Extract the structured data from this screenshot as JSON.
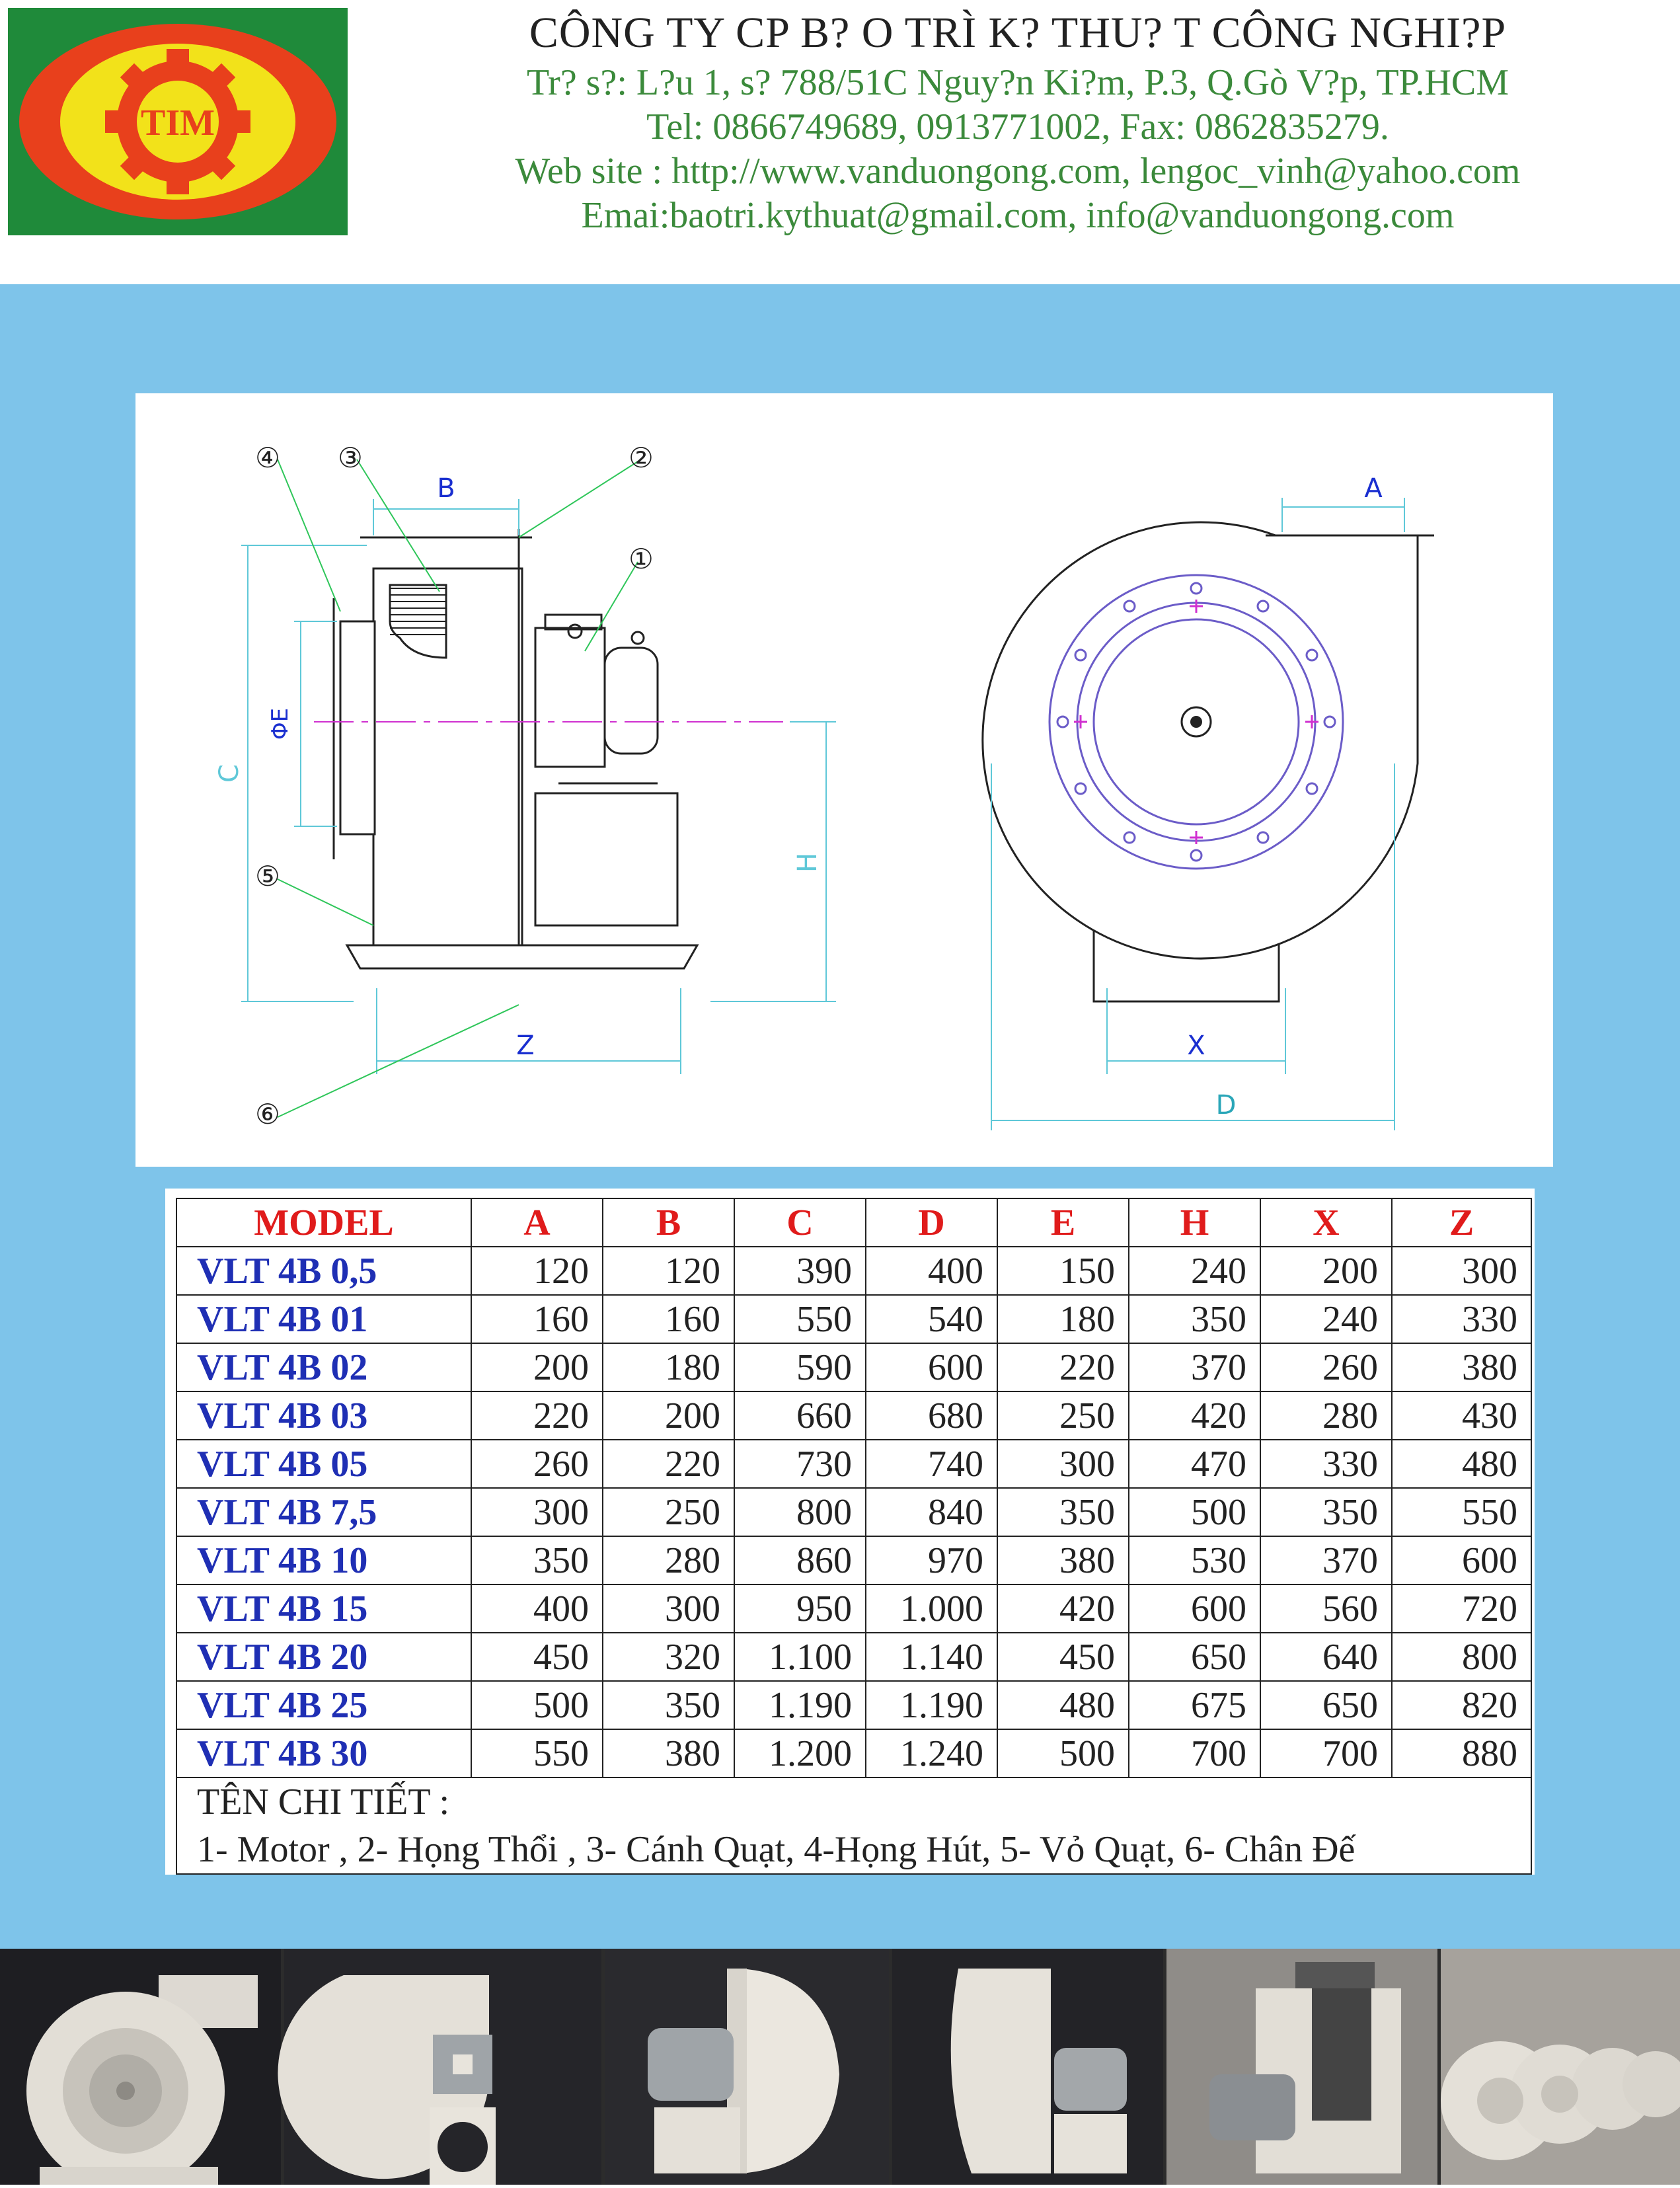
{
  "header": {
    "logo_text": "TIM",
    "company_name": "CÔNG TY CP B? O TRÌ K?  THU? T CÔNG NGHI?P",
    "address": "Tr? s?: L?u 1, s? 788/51C Nguy?n Ki?m, P.3, Q.Gò V?p, TP.HCM",
    "tel": "Tel: 0866749689, 0913771002, Fax: 0862835279.",
    "website": "Web site : http://www.vanduongong.com, lengoc_vinh@yahoo.com",
    "email": "Emai:baotri.kythuat@gmail.com, info@vanduongong.com"
  },
  "drawing": {
    "dim_labels": {
      "A": "A",
      "B": "B",
      "C": "C",
      "D": "D",
      "E": "ΦE",
      "H": "H",
      "X": "X",
      "Z": "Z"
    },
    "callouts": [
      "④",
      "③",
      "②",
      "①",
      "⑤",
      "⑥"
    ]
  },
  "table": {
    "headers": [
      "MODEL",
      "A",
      "B",
      "C",
      "D",
      "E",
      "H",
      "X",
      "Z"
    ],
    "rows": [
      [
        "VLT 4B 0,5",
        "120",
        "120",
        "390",
        "400",
        "150",
        "240",
        "200",
        "300"
      ],
      [
        "VLT 4B 01",
        "160",
        "160",
        "550",
        "540",
        "180",
        "350",
        "240",
        "330"
      ],
      [
        "VLT 4B 02",
        "200",
        "180",
        "590",
        "600",
        "220",
        "370",
        "260",
        "380"
      ],
      [
        "VLT 4B 03",
        "220",
        "200",
        "660",
        "680",
        "250",
        "420",
        "280",
        "430"
      ],
      [
        "VLT 4B 05",
        "260",
        "220",
        "730",
        "740",
        "300",
        "470",
        "330",
        "480"
      ],
      [
        "VLT 4B 7,5",
        "300",
        "250",
        "800",
        "840",
        "350",
        "500",
        "350",
        "550"
      ],
      [
        "VLT 4B 10",
        "350",
        "280",
        "860",
        "970",
        "380",
        "530",
        "370",
        "600"
      ],
      [
        "VLT 4B 15",
        "400",
        "300",
        "950",
        "1.000",
        "420",
        "600",
        "560",
        "720"
      ],
      [
        "VLT 4B 20",
        "450",
        "320",
        "1.100",
        "1.140",
        "450",
        "650",
        "640",
        "800"
      ],
      [
        "VLT 4B 25",
        "500",
        "350",
        "1.190",
        "1.190",
        "480",
        "675",
        "650",
        "820"
      ],
      [
        "VLT 4B 30",
        "550",
        "380",
        "1.200",
        "1.240",
        "500",
        "700",
        "700",
        "880"
      ]
    ],
    "parts_title": "TÊN CHI TIẾT :",
    "parts_list": "1- Motor , 2- Họng Thổi , 3- Cánh Quạt, 4-Họng Hút, 5- Vỏ Quạt, 6- Chân Đế"
  },
  "colors": {
    "background_blue": "#7ec4ea",
    "logo_green": "#1f8a3a",
    "logo_red": "#e8401c",
    "logo_yellow": "#f2e21a",
    "header_text_green": "#3b8a3b",
    "table_header_red": "#e01b1b",
    "model_blue": "#1f2fb4",
    "dimension_cyan": "#5fc8d8",
    "label_blue": "#1a2fd0",
    "flange_purple": "#6b5cc8"
  },
  "photos": [
    "fan-photo-front",
    "fan-photo-angle",
    "fan-photo-side",
    "fan-photo-side-motor",
    "fan-photo-outlet",
    "fan-photo-group"
  ]
}
